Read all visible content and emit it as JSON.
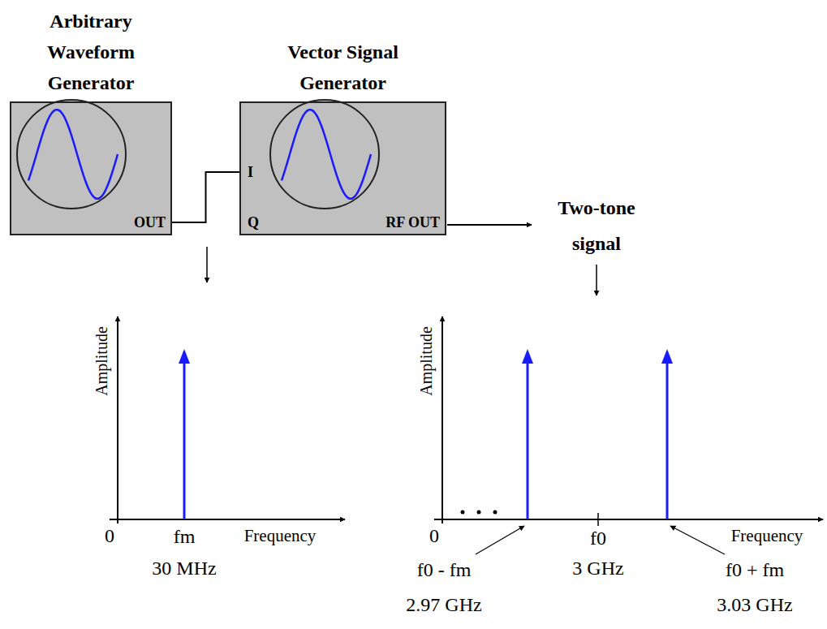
{
  "diagram": {
    "nodes": [
      {
        "text": [
          "Arbitrary Waveform Generator",
          "OUT"
        ]
      },
      {
        "text": [
          "Vector Signal Generator",
          "I",
          "Q",
          "RF OUT"
        ]
      }
    ],
    "edges": [
      {
        "from": 0,
        "to": 1,
        "arrow": "none"
      }
    ],
    "labels": [
      "Two-tone signal",
      "Amplitude",
      "0",
      "Frequency",
      "fm",
      "30 MHz",
      "Amplitude",
      "0",
      "f0 - fm",
      "2.97 GHz",
      "f0",
      "3 GHz",
      "f0 + fm",
      "3.03 GHz",
      "Frequency"
    ]
  }
}
